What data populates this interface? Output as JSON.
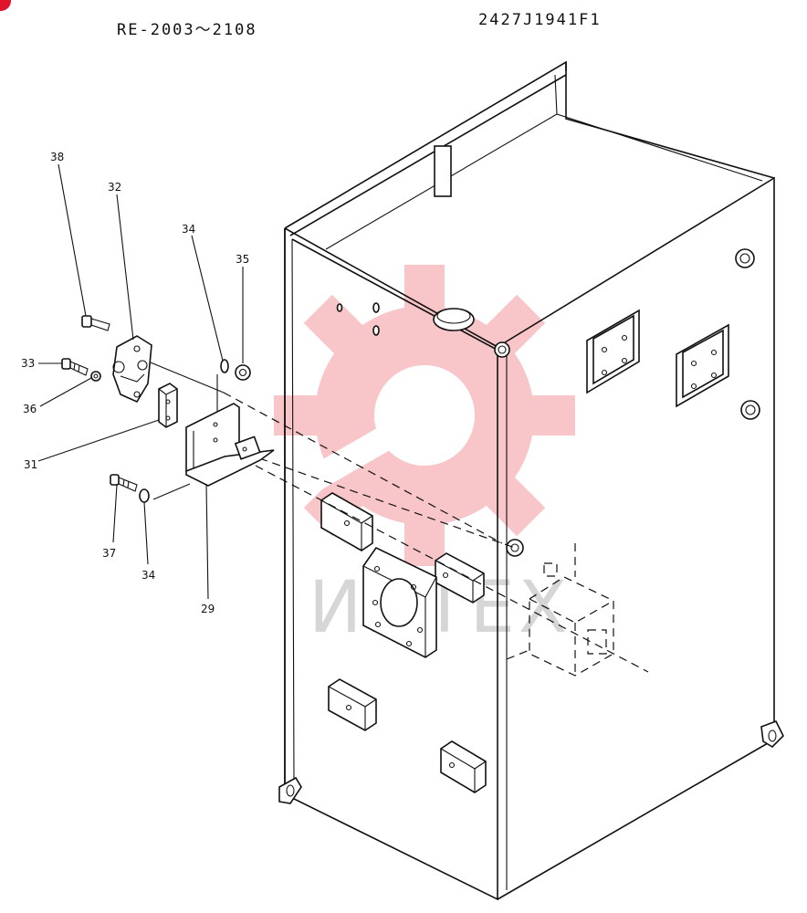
{
  "header": {
    "serial_range": "RE-2003～2108",
    "part_number": "2427J1941F1"
  },
  "watermark": {
    "text": "ИНТЕХ",
    "color": "#e8343e"
  },
  "callouts": {
    "c38": "38",
    "c32": "32",
    "c34a": "34",
    "c35": "35",
    "c33": "33",
    "c36": "36",
    "c31": "31",
    "c37": "37",
    "c34b": "34",
    "c29": "29"
  }
}
